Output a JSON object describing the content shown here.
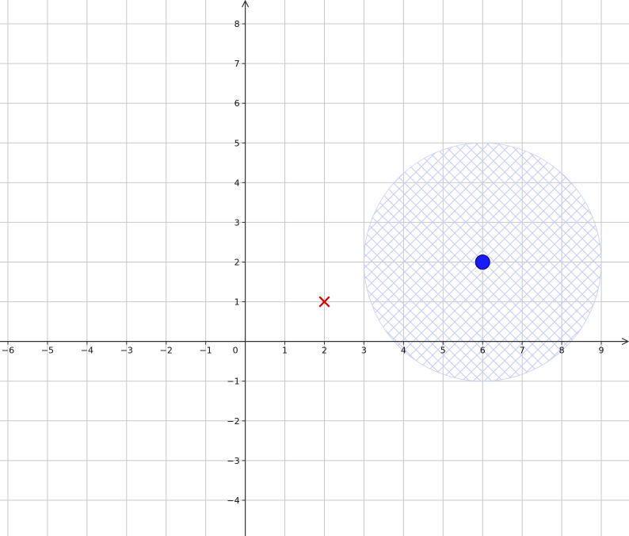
{
  "chart_data": {
    "type": "scatter",
    "title": "",
    "xlabel": "",
    "ylabel": "",
    "xlim": [
      -6.2,
      9.7
    ],
    "ylim": [
      -4.9,
      8.6
    ],
    "grid": true,
    "x_ticks": [
      -6,
      -5,
      -4,
      -3,
      -2,
      -1,
      1,
      2,
      3,
      4,
      5,
      6,
      7,
      8,
      9
    ],
    "y_ticks": [
      -4,
      -3,
      -2,
      -1,
      1,
      2,
      3,
      4,
      5,
      6,
      7,
      8
    ],
    "x_tick_labels": [
      "−6",
      "−5",
      "−4",
      "−3",
      "−2",
      "−1",
      "1",
      "2",
      "3",
      "4",
      "5",
      "6",
      "7",
      "8",
      "9"
    ],
    "y_tick_labels": [
      "−4",
      "−3",
      "−2",
      "−1",
      "1",
      "2",
      "3",
      "4",
      "5",
      "6",
      "7",
      "8"
    ],
    "origin_label": "0",
    "disk": {
      "center": [
        6,
        2
      ],
      "radius": 3,
      "hatch": "crosshatch",
      "color": "#c7cdf5"
    },
    "points": [
      {
        "x": 6,
        "y": 2,
        "marker": "circle",
        "color": "#1a1aff"
      },
      {
        "x": 2,
        "y": 1,
        "marker": "cross",
        "color": "#d40000"
      }
    ],
    "colors": {
      "grid": "#c8c8c8",
      "axis": "#333333"
    }
  }
}
